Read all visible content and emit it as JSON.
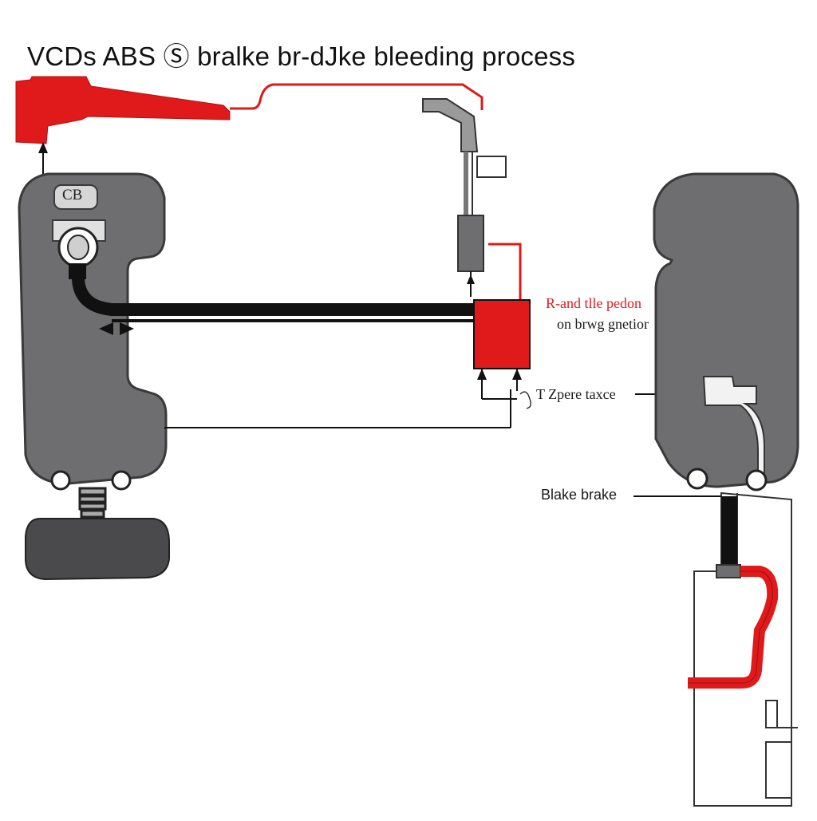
{
  "title": "VCDs ABS Ⓢ bralke br‐dJke bleeding process",
  "left_module": {
    "badge": "CB"
  },
  "labels": {
    "red_label": "R‐and tlle pedon",
    "sub_label": "on brwg gnetior",
    "mid_label": "T Zpere taxce",
    "brake_label": "Blake brake"
  },
  "colors": {
    "accent_red": "#e01a1a",
    "module_gray": "#6e6e70",
    "module_outline": "#3a3a3a",
    "line_black": "#111111",
    "pedal_dark": "#4a4a4c"
  }
}
